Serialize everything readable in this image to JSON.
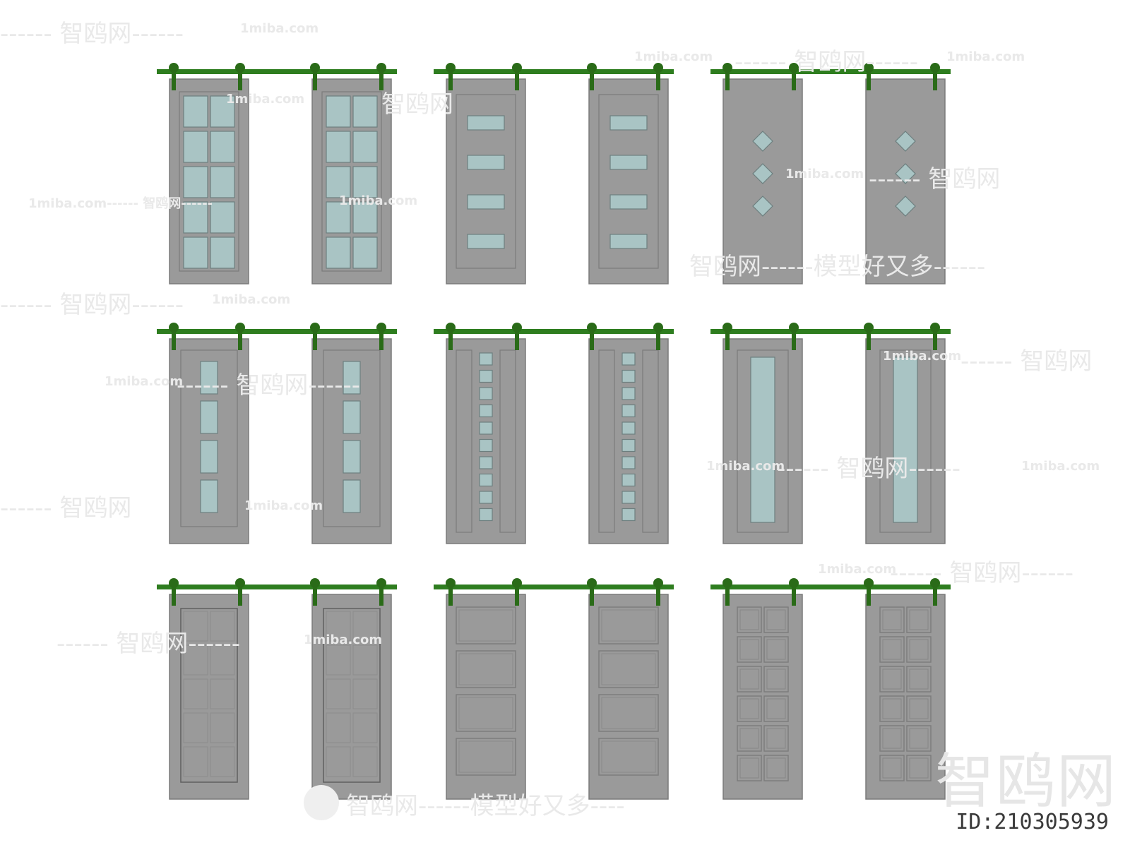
{
  "watermarks": {
    "site": "1miba.com",
    "brand": "智鸥网",
    "slogan": "智鸥网------模型好又多----",
    "slogan_short": "智鸥网------模型好又多------",
    "dash_brand": "------ 智鸥网------",
    "dash_brand2": "------ 智鸥网",
    "brand_site": "1miba.com------ 智鸥网------",
    "brand_dash": "智鸥网------",
    "big_brand": "智鸥网",
    "id_label": "ID:210305939"
  },
  "colors": {
    "door": "#9a9a9a",
    "door_edge": "#7b7b7b",
    "glass": "#a9c4c4",
    "rail": "#2e7d1f",
    "hanger": "#2a6b18"
  },
  "doors": [
    {
      "style": "grid-glass-2x5"
    },
    {
      "style": "four-horizontal-lites"
    },
    {
      "style": "three-diamonds"
    },
    {
      "style": "four-vertical-lites"
    },
    {
      "style": "ten-square-lites"
    },
    {
      "style": "full-slim-lite"
    },
    {
      "style": "two-column-panels"
    },
    {
      "style": "four-raised-panels"
    },
    {
      "style": "twelve-square-panels"
    }
  ]
}
